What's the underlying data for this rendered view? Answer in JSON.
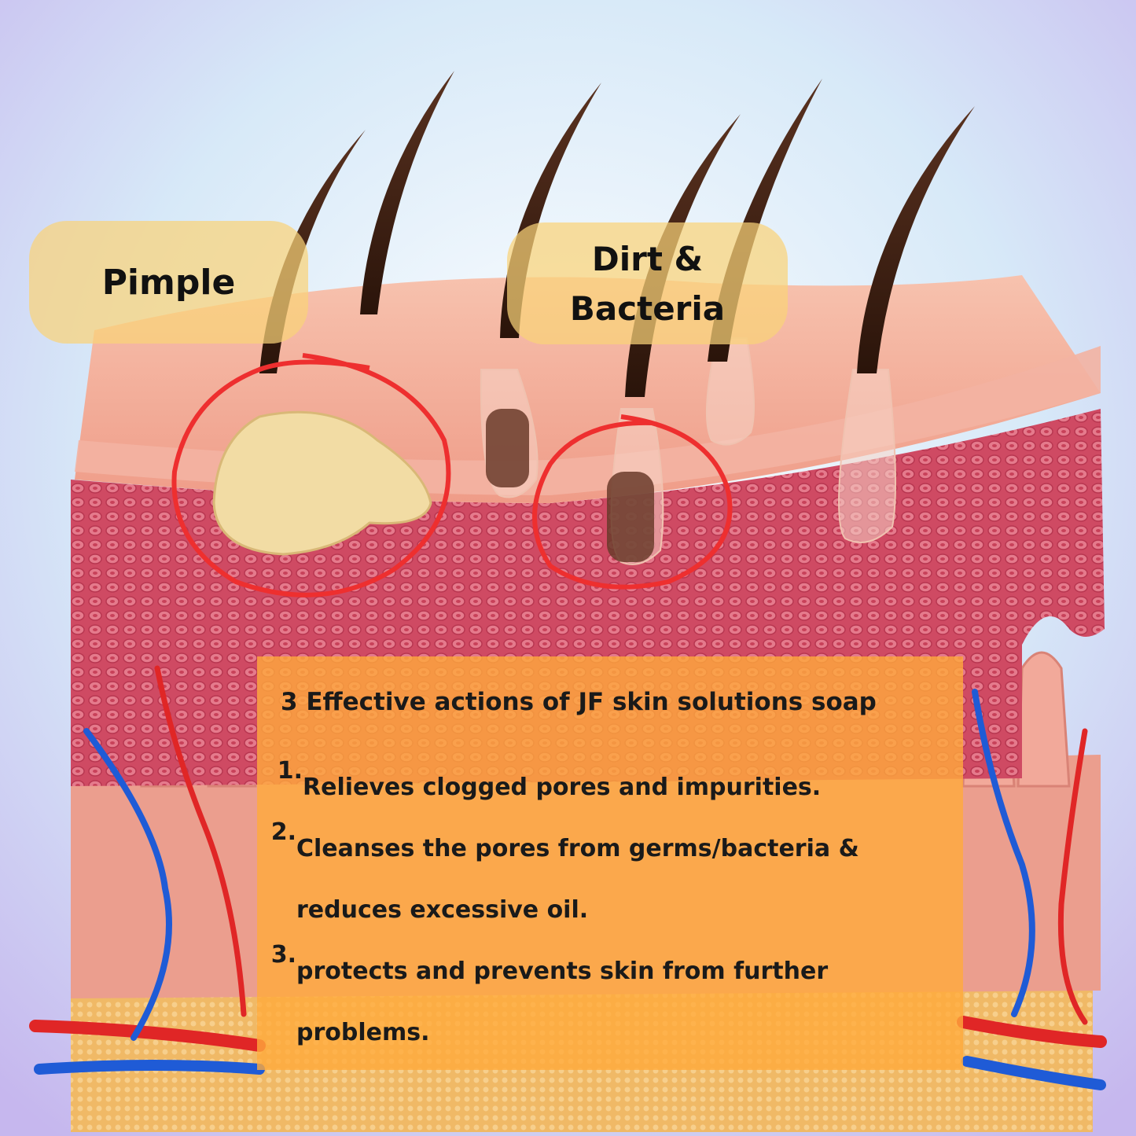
{
  "labels": {
    "pimple": "Pimple",
    "dirt_line1": "Dirt &",
    "dirt_line2": "Bacteria"
  },
  "panel": {
    "title": "3 Effective actions of JF skin solutions soap",
    "actions": [
      {
        "num": "1.",
        "text": "Relieves clogged pores and impurities."
      },
      {
        "num": "2.",
        "text": "Cleanses the pores from germs/bacteria & reduces excessive oil."
      },
      {
        "num": "3.",
        "text": "protects and prevents skin from further problems."
      }
    ]
  },
  "colors": {
    "background_top": "#cfe6f7",
    "background_bottom": "#c9b8ef",
    "epidermis": "#f4a993",
    "dermis_cells": "#d9566e",
    "fat_layer": "#f2c27a",
    "hair": "#3a1d10",
    "highlight_circle": "#ee2f2f",
    "vein": "#1f5bd6",
    "artery": "#e02626",
    "panel_fill": "#ffaa3c",
    "label_fill": "#fad278"
  }
}
